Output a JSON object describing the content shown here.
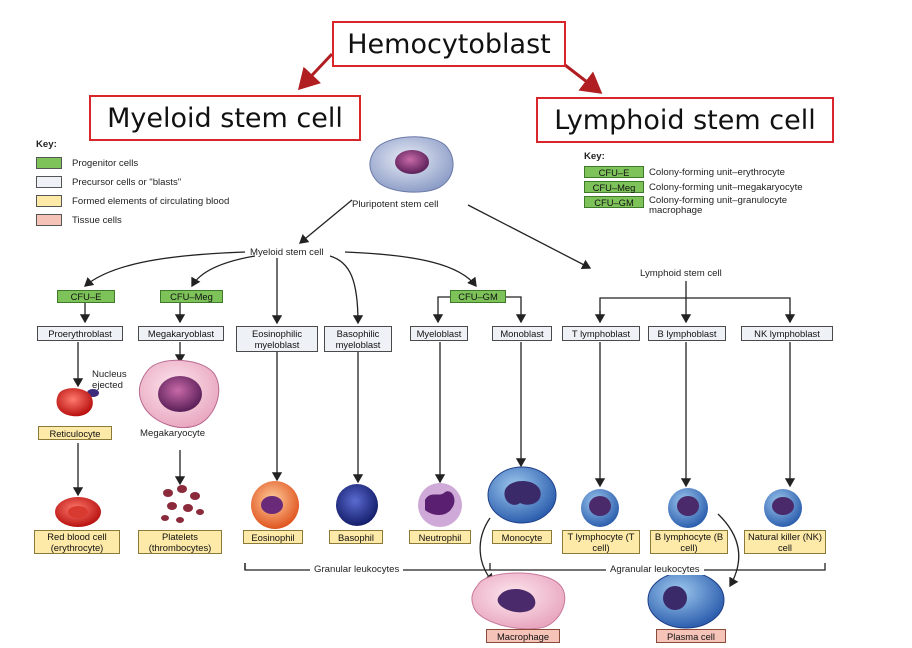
{
  "header": {
    "hemocytoblast": "Hemocytoblast",
    "myeloid": "Myeloid stem cell",
    "lymphoid": "Lymphoid stem cell"
  },
  "key_left": {
    "title": "Key:",
    "items": [
      {
        "label": "Progenitor cells",
        "color": "#7ec35a"
      },
      {
        "label": "Precursor cells or \"blasts\"",
        "color": "#eef2f6"
      },
      {
        "label": "Formed elements of circulating blood",
        "color": "#fde9a8"
      },
      {
        "label": "Tissue cells",
        "color": "#f6c3b8"
      }
    ]
  },
  "key_right": {
    "title": "Key:",
    "items": [
      {
        "code": "CFU–E",
        "desc": "Colony-forming unit–erythrocyte"
      },
      {
        "code": "CFU–Meg",
        "desc": "Colony-forming unit–megakaryocyte"
      },
      {
        "code": "CFU–GM",
        "desc": "Colony-forming unit–granulocyte macrophage"
      }
    ]
  },
  "diagram": {
    "pluripotent": "Pluripotent stem cell",
    "myeloid_small": "Myeloid stem cell",
    "lymphoid_small": "Lymphoid stem cell",
    "cfu_e": "CFU–E",
    "cfu_meg": "CFU–Meg",
    "cfu_gm": "CFU–GM",
    "proerythroblast": "Proerythroblast",
    "megakaryoblast": "Megakaryoblast",
    "eosinophilic_myeloblast": "Eosinophilic myeloblast",
    "basophilic_myeloblast": "Basophilic myeloblast",
    "myeloblast": "Myeloblast",
    "monoblast": "Monoblast",
    "t_lymphoblast": "T lymphoblast",
    "b_lymphoblast": "B lymphoblast",
    "nk_lymphoblast": "NK lymphoblast",
    "nucleus_ejected": "Nucleus ejected",
    "reticulocyte": "Reticulocyte",
    "megakaryocyte": "Megakaryocyte",
    "rbc": "Red blood cell (erythrocyte)",
    "platelets": "Platelets (thrombocytes)",
    "eosinophil": "Eosinophil",
    "basophil": "Basophil",
    "neutrophil": "Neutrophil",
    "monocyte": "Monocyte",
    "t_lymphocyte": "T lymphocyte (T cell)",
    "b_lymphocyte": "B lymphocyte (B cell)",
    "nk_cell": "Natural killer (NK) cell",
    "granular": "Granular leukocytes",
    "agranular": "Agranular leukocytes",
    "macrophage": "Macrophage",
    "plasma_cell": "Plasma cell"
  }
}
